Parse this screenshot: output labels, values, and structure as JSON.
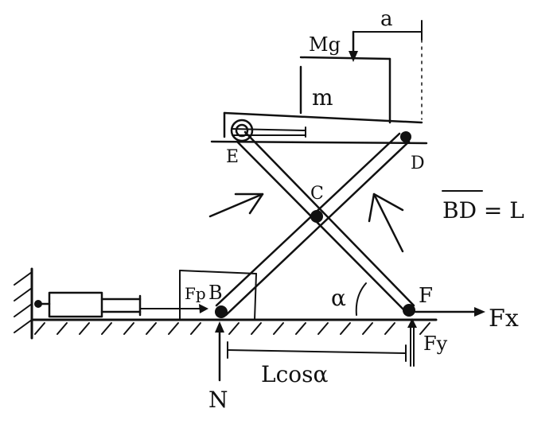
{
  "labels": {
    "a": "a",
    "mg": "Mg",
    "m": "m",
    "e": "E",
    "d": "D",
    "c": "C",
    "bd_eq": "BD = L",
    "fp": "Fp",
    "b": "B",
    "alpha": "α",
    "f": "F",
    "fx": "Fx",
    "fy": "Fy",
    "lcos": "Lcosα",
    "n": "N"
  },
  "colors": {
    "ink": "#111111",
    "background": "#ffffff"
  }
}
